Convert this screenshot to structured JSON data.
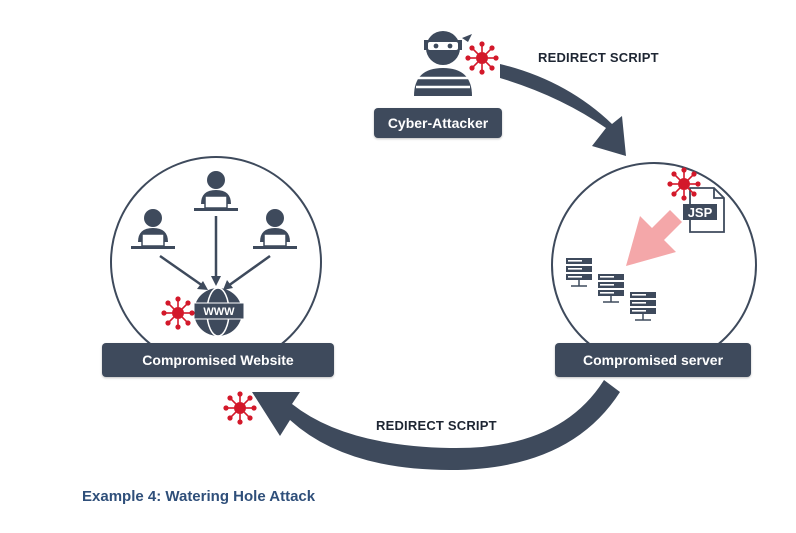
{
  "labels": {
    "attacker": "Cyber-Attacker",
    "server": "Compromised server",
    "website": "Compromised Website"
  },
  "arrows": {
    "top": "REDIRECT SCRIPT",
    "bottom": "REDIRECT SCRIPT"
  },
  "badges": {
    "jsp": "JSP",
    "www": "WWW"
  },
  "caption": "Example 4: Watering Hole Attack",
  "colors": {
    "navy": "#3e4a5c",
    "virus": "#d3182a",
    "pink_arrow": "#f4a7a9",
    "circle_stroke": "#3e4a5c"
  },
  "icons": [
    "hacker-icon",
    "virus-icon",
    "server-icon",
    "jsp-file-icon",
    "user-icon",
    "www-globe-icon"
  ]
}
